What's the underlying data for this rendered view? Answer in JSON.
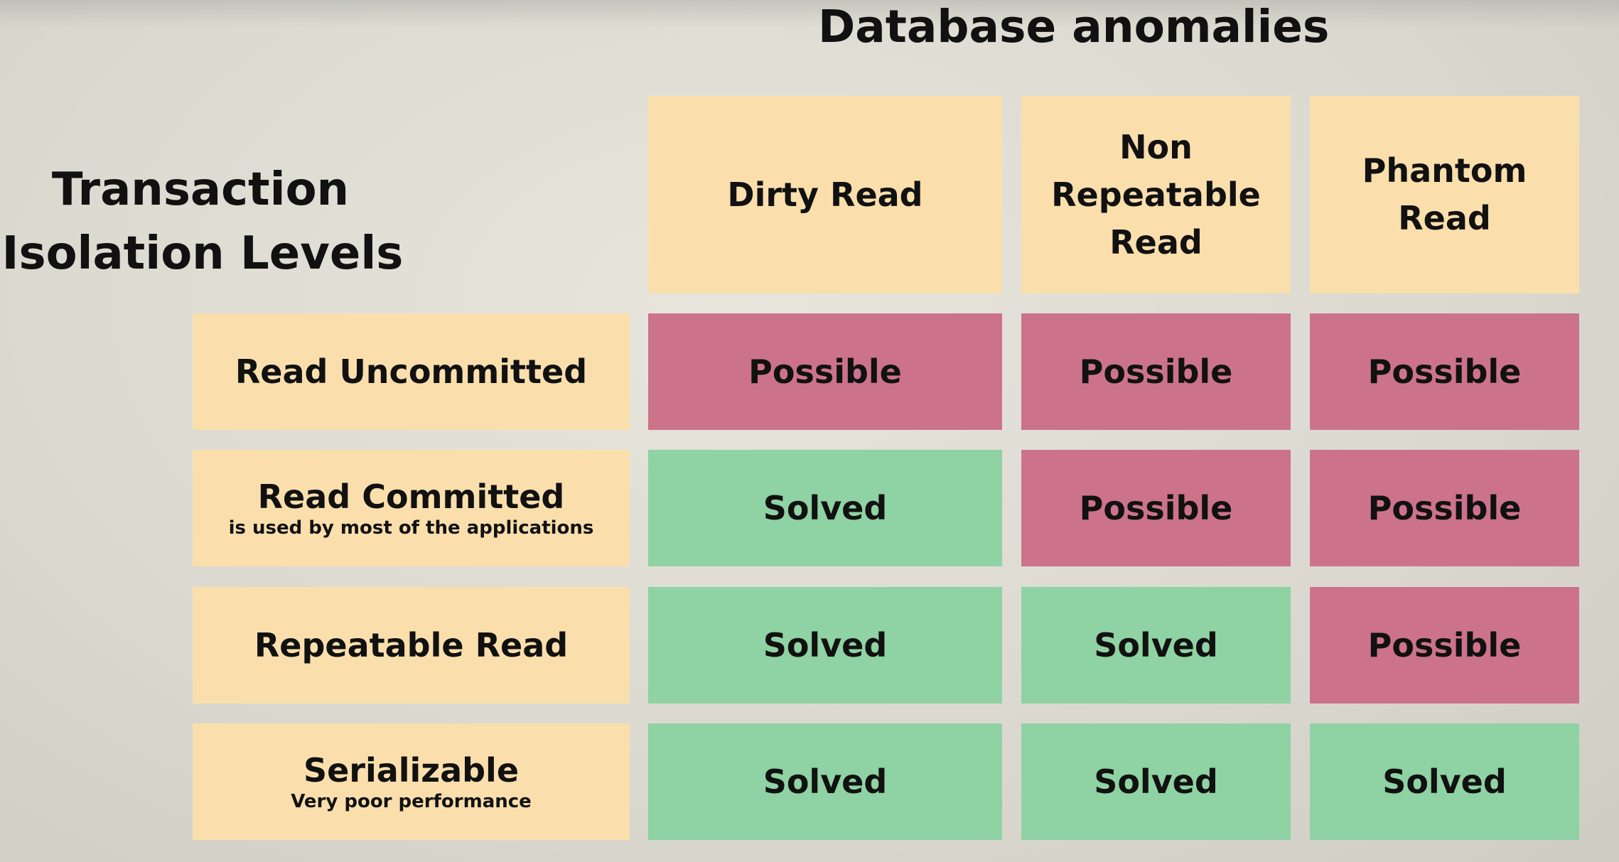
{
  "title": "Database anomalies",
  "row_axis_title": {
    "line1": "Transaction",
    "line2": "Isolation Levels"
  },
  "columns": [
    {
      "line1": "Dirty Read",
      "line2": "",
      "line3": ""
    },
    {
      "line1": "Non",
      "line2": "Repeatable",
      "line3": "Read"
    },
    {
      "line1": "Phantom",
      "line2": "Read",
      "line3": ""
    }
  ],
  "rows": [
    {
      "label": "Read Uncommitted",
      "note": "",
      "values": [
        "Possible",
        "Possible",
        "Possible"
      ]
    },
    {
      "label": "Read Committed",
      "note": "is used by most of the applications",
      "values": [
        "Solved",
        "Possible",
        "Possible"
      ]
    },
    {
      "label": "Repeatable Read",
      "note": "",
      "values": [
        "Solved",
        "Solved",
        "Possible"
      ]
    },
    {
      "label": "Serializable",
      "note": "Very poor performance",
      "values": [
        "Solved",
        "Solved",
        "Solved"
      ]
    }
  ],
  "colors": {
    "header_bg": "#fadfad",
    "possible": "#cc738b",
    "solved": "#8fd2a3",
    "text": "#111111"
  }
}
